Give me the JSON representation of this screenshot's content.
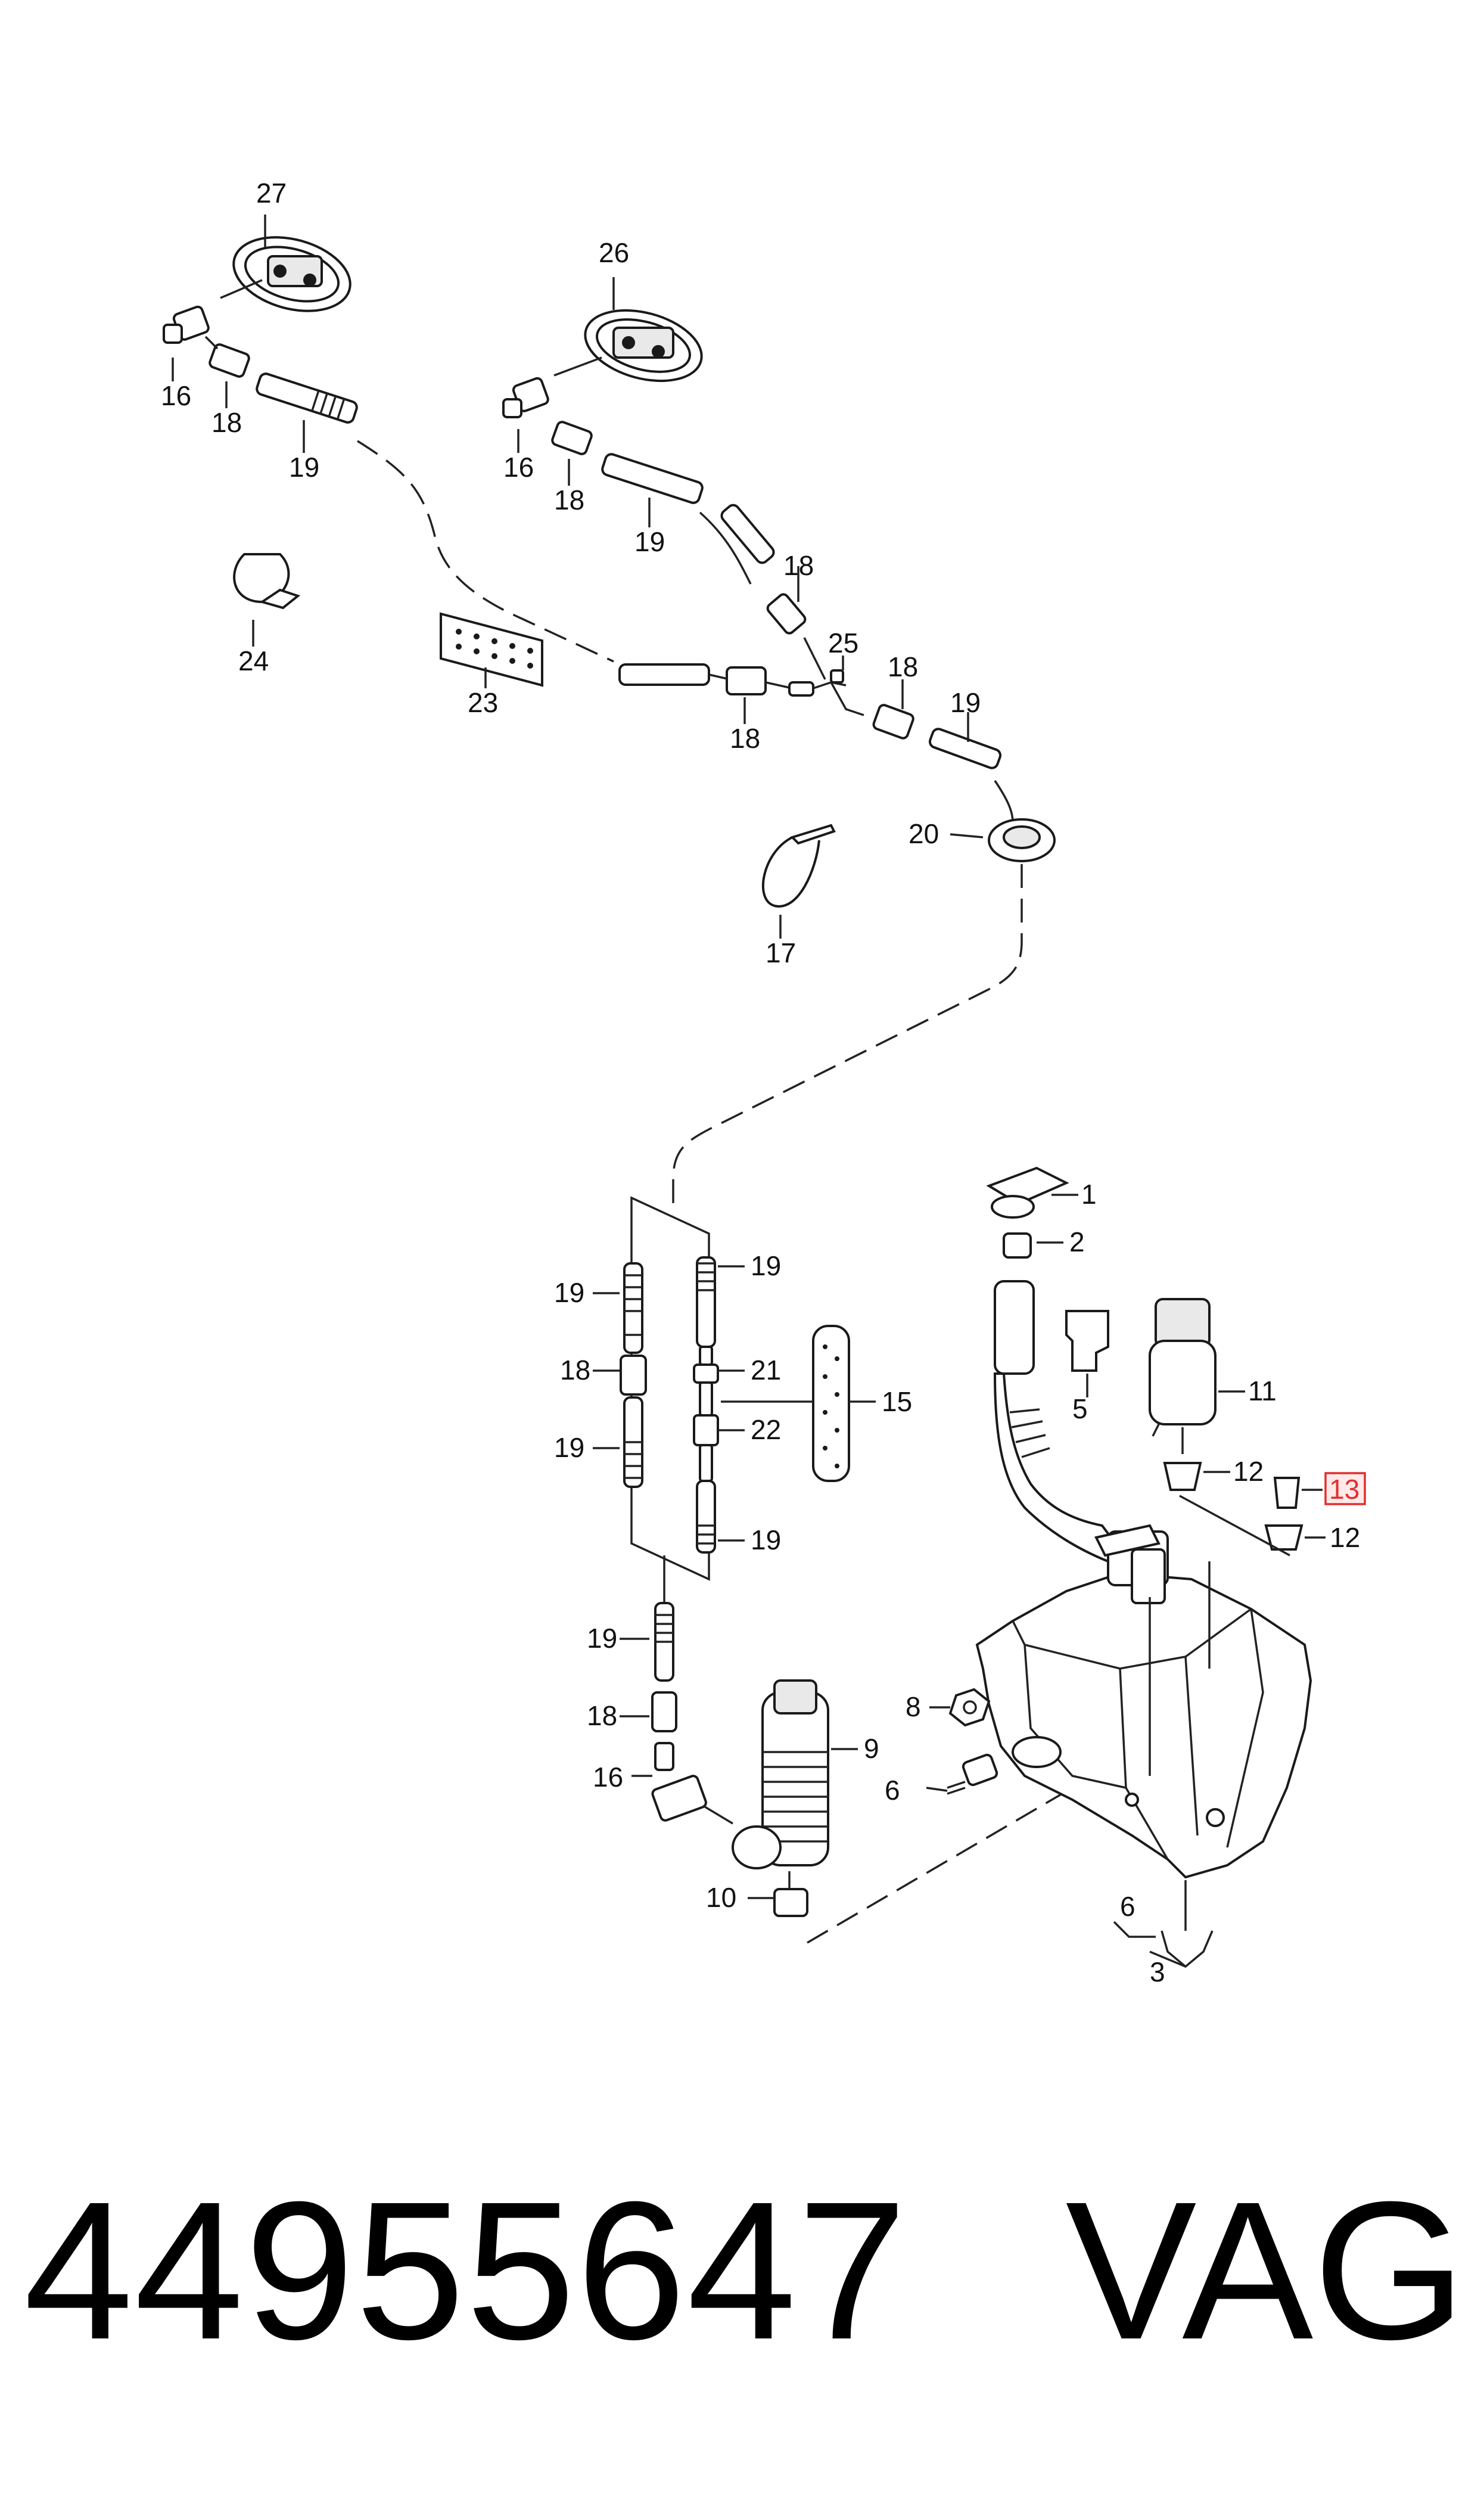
{
  "callouts": {
    "c1": "1",
    "c2": "2",
    "c3": "3",
    "c5": "5",
    "c6a": "6",
    "c6b": "6",
    "c8": "8",
    "c9": "9",
    "c10": "10",
    "c11": "11",
    "c12a": "12",
    "c12b": "12",
    "c13": "13",
    "c15": "15",
    "c16a": "16",
    "c16b": "16",
    "c16c": "16",
    "c17": "17",
    "c18a": "18",
    "c18b": "18",
    "c18c": "18",
    "c18d": "18",
    "c18e": "18",
    "c18f": "18",
    "c18g": "18",
    "c19a": "19",
    "c19b": "19",
    "c19c": "19",
    "c19d": "19",
    "c19e": "19",
    "c19f": "19",
    "c19g": "19",
    "c19h": "19",
    "c20": "20",
    "c21": "21",
    "c22": "22",
    "c23": "23",
    "c24": "24",
    "c25": "25",
    "c26": "26",
    "c27": "27"
  },
  "highlighted_callout": "13",
  "highlight_color": "#e03030",
  "footer": {
    "part_number": "44955647",
    "brand": "VAG"
  }
}
